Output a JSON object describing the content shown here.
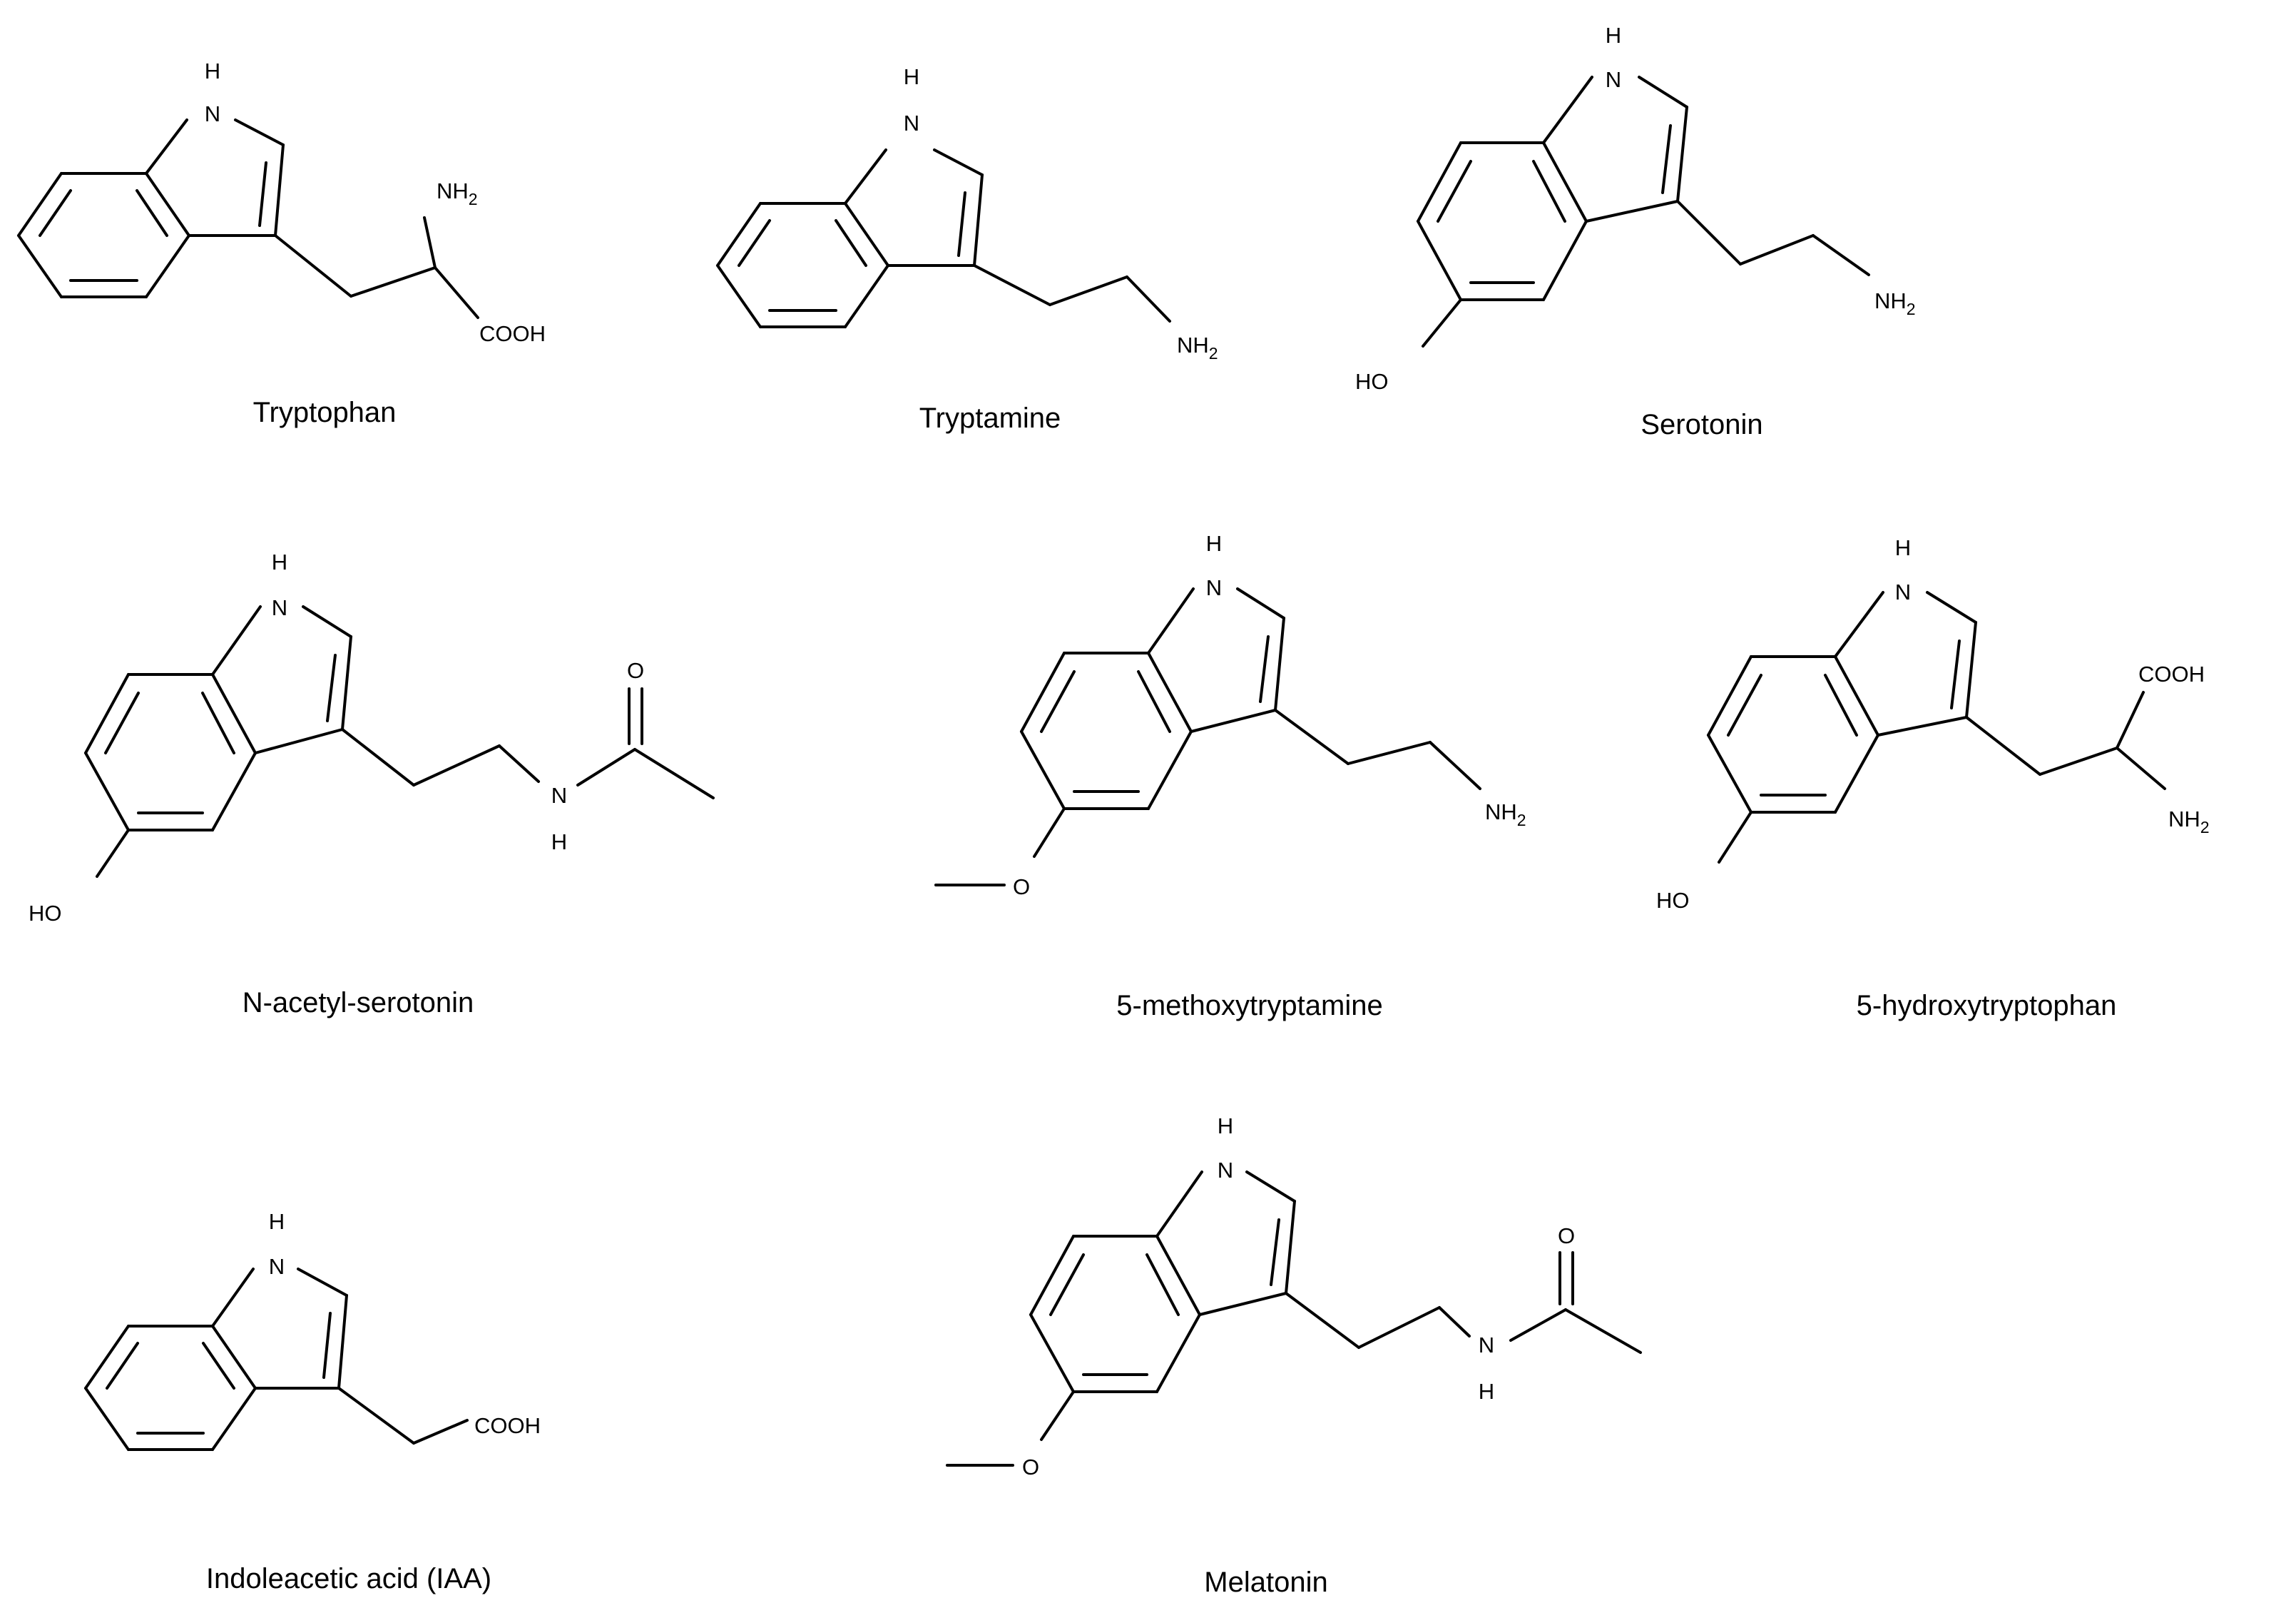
{
  "molecules": [
    {
      "name": "Tryptophan",
      "labels": {
        "nh": "H",
        "n": "N",
        "grp1": "NH",
        "grp1_sub": "2",
        "grp2": "COOH"
      }
    },
    {
      "name": "Tryptamine",
      "labels": {
        "nh": "H",
        "n": "N",
        "grp1": "NH",
        "grp1_sub": "2"
      }
    },
    {
      "name": "Serotonin",
      "labels": {
        "nh": "H",
        "n": "N",
        "grp1": "NH",
        "grp1_sub": "2",
        "ring_sub": "HO"
      }
    },
    {
      "name": "N-acetyl-serotonin",
      "labels": {
        "nh": "H",
        "n": "N",
        "amide_n": "N",
        "amide_h": "H",
        "carbonyl_o": "O",
        "ring_sub": "HO"
      }
    },
    {
      "name": "5-methoxytryptamine",
      "labels": {
        "nh": "H",
        "n": "N",
        "grp1": "NH",
        "grp1_sub": "2",
        "methoxy_o": "O"
      }
    },
    {
      "name": "5-hydroxytryptophan",
      "labels": {
        "nh": "H",
        "n": "N",
        "grp1": "NH",
        "grp1_sub": "2",
        "grp2": "COOH",
        "ring_sub": "HO"
      }
    },
    {
      "name": "Indoleacetic acid (IAA)",
      "labels": {
        "nh": "H",
        "n": "N",
        "grp2": "COOH"
      }
    },
    {
      "name": "Melatonin",
      "labels": {
        "nh": "H",
        "n": "N",
        "amide_n": "N",
        "amide_h": "H",
        "carbonyl_o": "O",
        "methoxy_o": "O"
      }
    }
  ]
}
